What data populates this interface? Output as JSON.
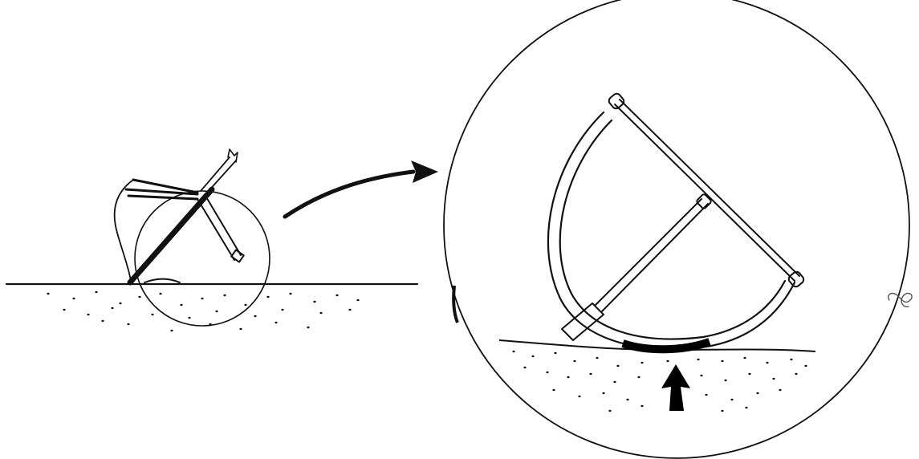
{
  "colors": {
    "background": "#ffffff",
    "ink": "#111111",
    "contact_patch": "#000000"
  },
  "scene": {
    "left_panel": {
      "contents": [
        "ground-line",
        "ground-stipple",
        "small-device",
        "magnifier-circle"
      ]
    },
    "connector": {
      "icon": "curved-arrow-icon"
    },
    "right_panel": {
      "contents": [
        "zoom-circle",
        "curved-runner",
        "straight-frame",
        "ground-surface",
        "contact-patch",
        "pressure-arrow-icon"
      ]
    },
    "margin_mark": {
      "icon": "scribble-mark"
    }
  }
}
